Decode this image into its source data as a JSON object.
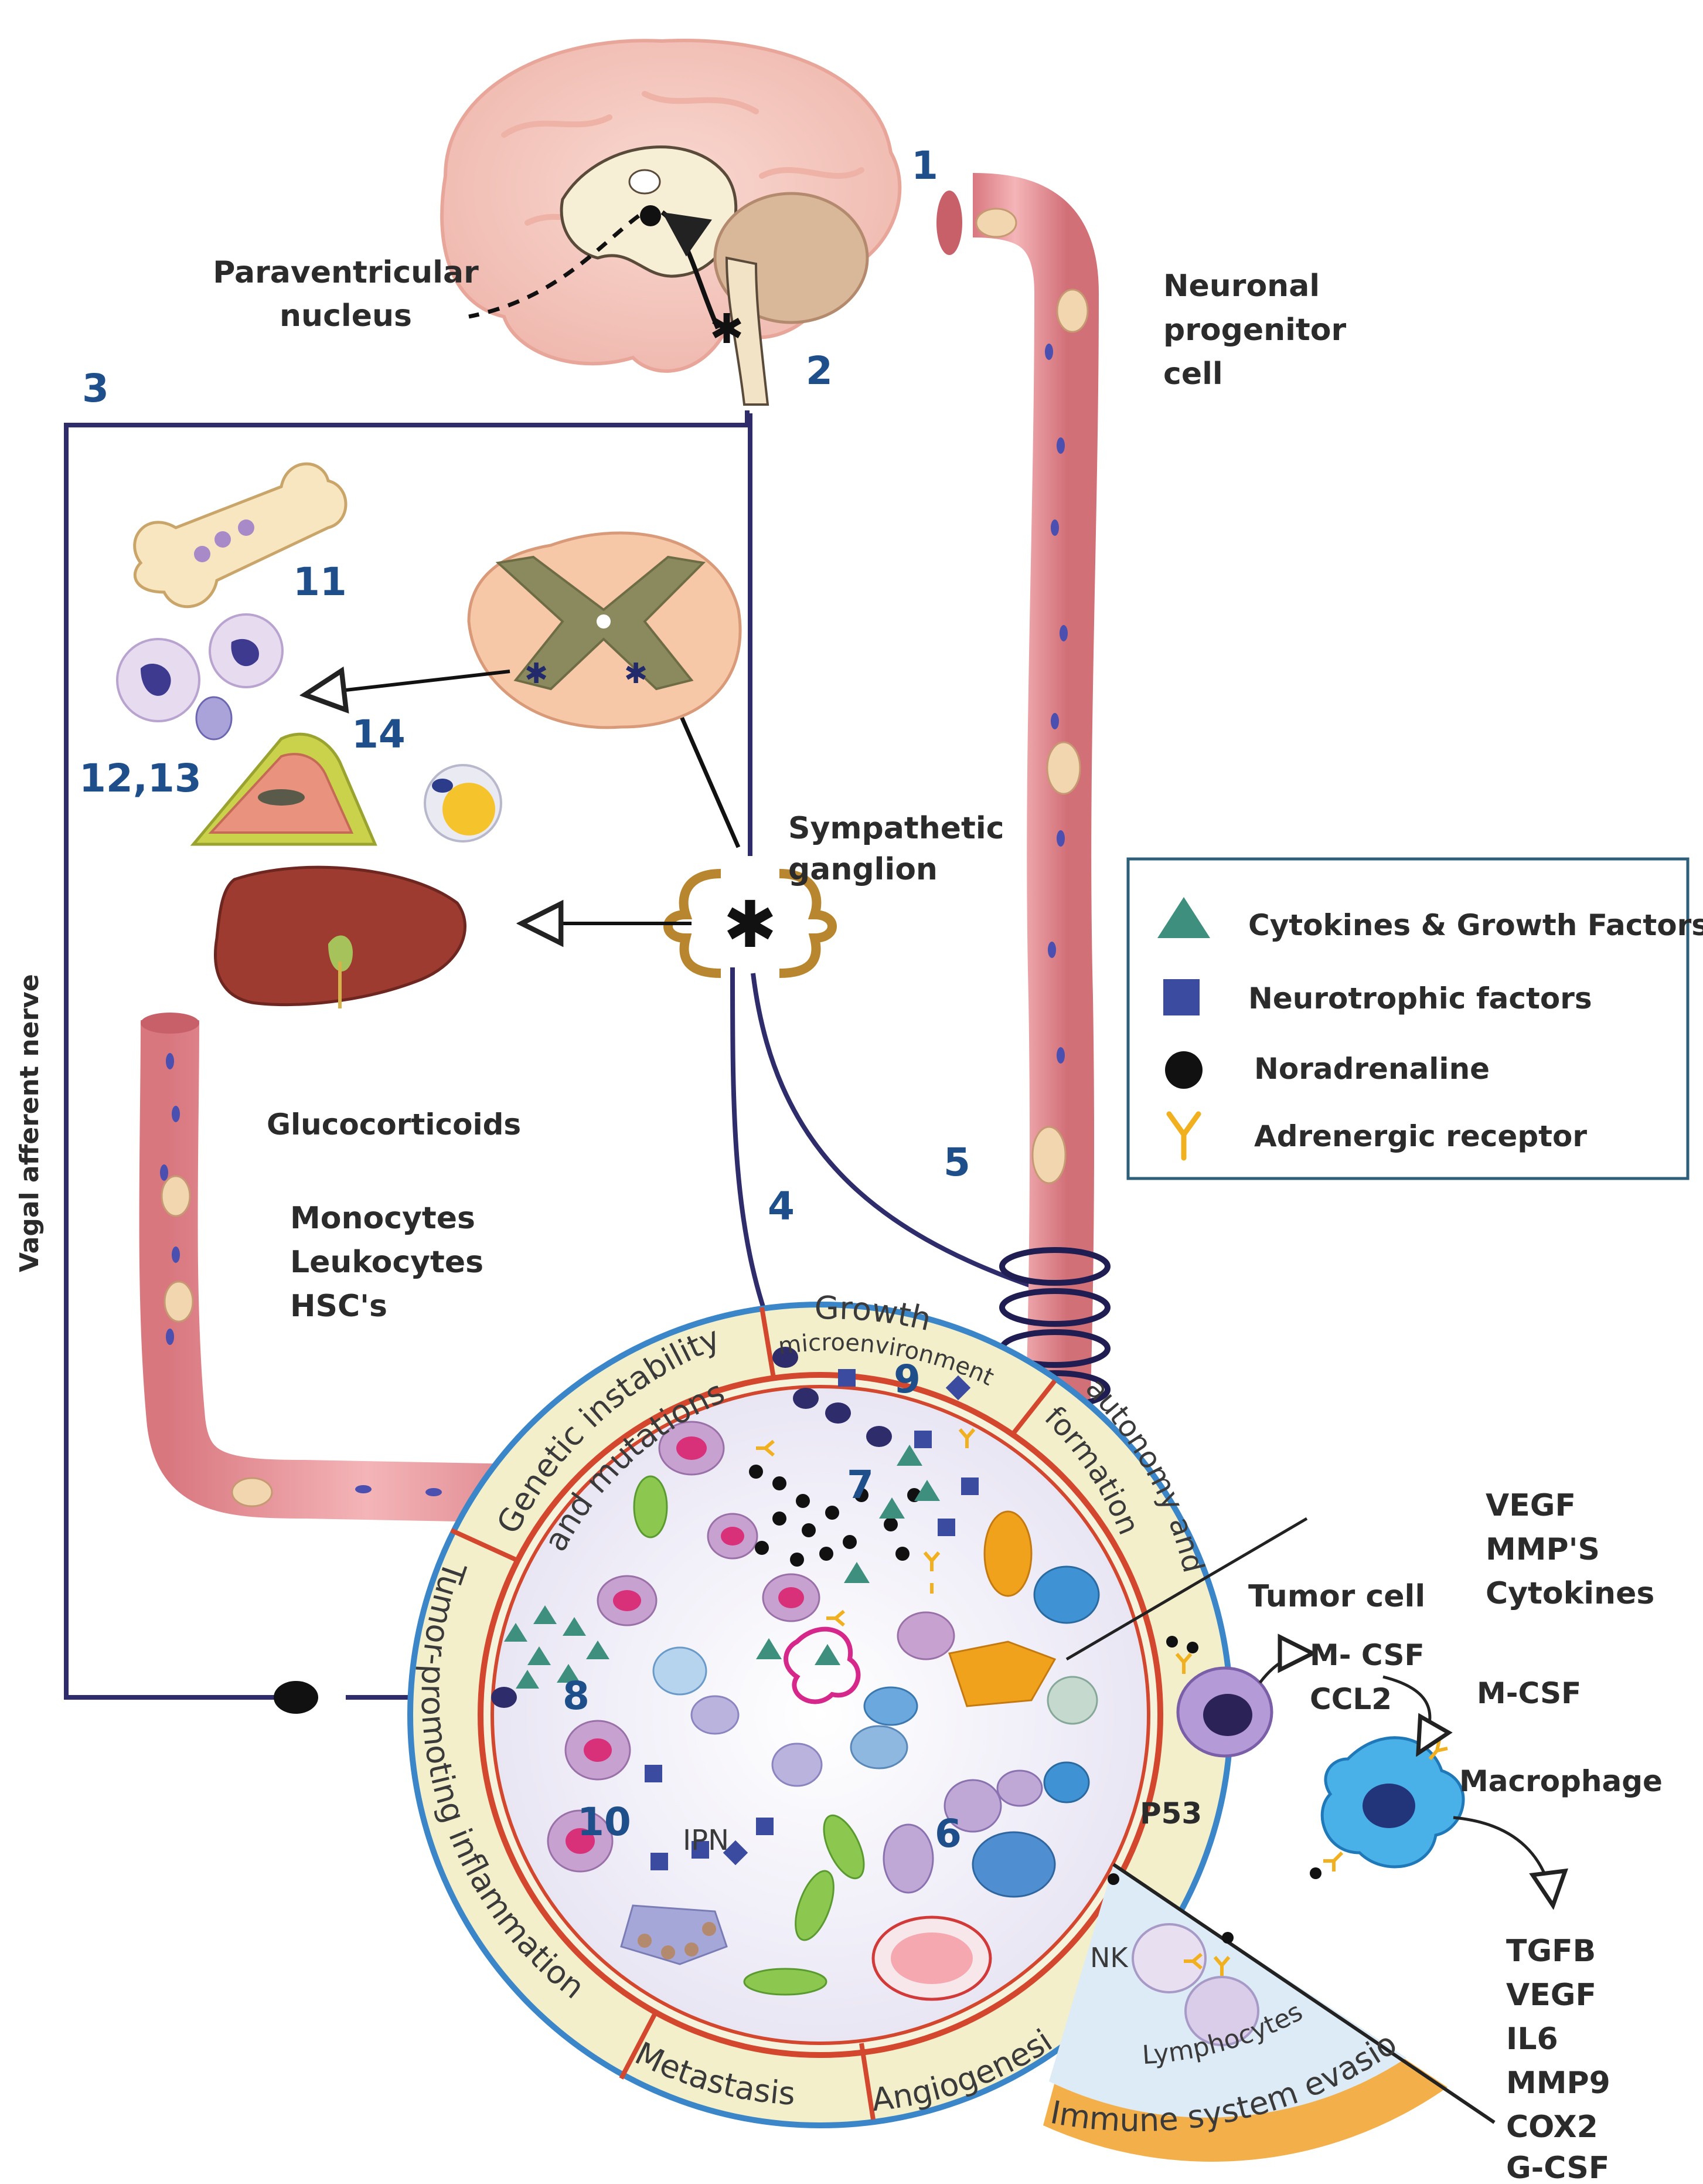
{
  "labels": {
    "paraventricular_1": "Paraventricular",
    "paraventricular_2": "nucleus",
    "neuronal_1": "Neuronal",
    "neuronal_2": "progenitor",
    "neuronal_3": "cell",
    "sympathetic_1": "Sympathetic",
    "sympathetic_2": "ganglion",
    "vagal": "Vagal afferent nerve",
    "glucocorticoids": "Glucocorticoids",
    "monocytes": "Monocytes",
    "leukocytes": "Leukocytes",
    "hscs": "HSC's",
    "tumor_cell": "Tumor cell",
    "vegf_list": [
      "VEGF",
      "MMP'S",
      "Cytokines"
    ],
    "mcsf_right": "M-CSF",
    "mcsf_arrow": "M- CSF",
    "ccl2": "CCL2",
    "macrophage": "Macrophage",
    "p53": "P53",
    "nk": "NK",
    "lymphocytes": "Lymphocytes",
    "ipn": "IPN",
    "macrophage_out": [
      "TGFB",
      "VEGF",
      "IL6",
      "MMP9",
      "COX2",
      "G-CSF"
    ]
  },
  "numbers": {
    "n1": "1",
    "n2": "2",
    "n3": "3",
    "n4": "4",
    "n5": "5",
    "n6": "6",
    "n7": "7",
    "n8": "8",
    "n9": "9",
    "n10": "10",
    "n11": "11",
    "n1213": "12,13",
    "n14": "14"
  },
  "ring": {
    "genetic_1": "Genetic instability",
    "genetic_2": "and mutations",
    "growth_1": "Growth",
    "growth_2": "microenvironment",
    "autonomy_1": "autonomy and",
    "autonomy_2": "formation",
    "inflammation": "Tumor-promoting inflammation",
    "metastasis": "Metastasis",
    "angiogenesis": "Angiogenesis",
    "immune": "Immune system evasion"
  },
  "legend": {
    "items": [
      {
        "label": "Cytokines & Growth Factors",
        "icon": "triangle-icon",
        "color": "#3f8f7f"
      },
      {
        "label": "Neurotrophic factors",
        "icon": "square-icon",
        "color": "#3b4ba0"
      },
      {
        "label": "Noradrenaline",
        "icon": "dot-icon",
        "color": "#111111"
      },
      {
        "label": "Adrenergic receptor",
        "icon": "receptor-y-icon",
        "color": "#f0b020"
      }
    ]
  },
  "colors": {
    "nerve": "#2e2c6b",
    "vessel": "#e79aa0",
    "vessel_dark": "#c56a72",
    "ring_outer": "#f2edc8",
    "ring_border": "#d4472f",
    "core": "#f6f4fb",
    "ganglion": "#b8862e",
    "number": "#1f4f8a"
  }
}
